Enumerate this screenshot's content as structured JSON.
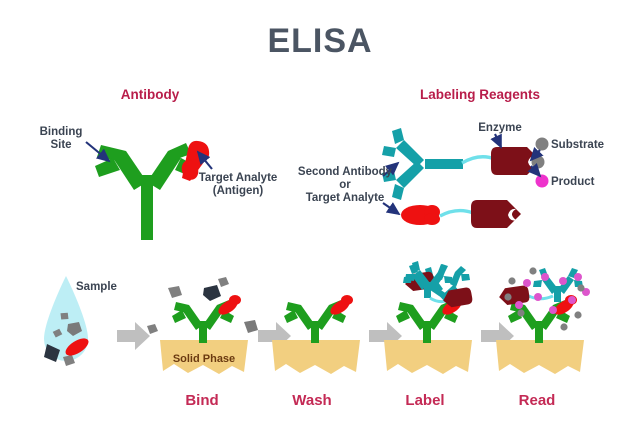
{
  "title": "ELISA",
  "sections": {
    "antibody": {
      "heading": "Antibody",
      "labels": {
        "binding_site": "Binding\nSite",
        "binding_site_line1": "Binding",
        "binding_site_line2": "Site",
        "target_analyte_line1": "Target Analyte",
        "target_analyte_line2": "(Antigen)"
      }
    },
    "labeling_reagents": {
      "heading": "Labeling Reagents",
      "labels": {
        "second_antibody_line1": "Second Antibody",
        "second_antibody_line2": "or",
        "second_antibody_line3": "Target Analyte",
        "enzyme": "Enzyme",
        "substrate": "Substrate",
        "product": "Product"
      }
    },
    "workflow": {
      "sample_label": "Sample",
      "solid_phase_label": "Solid Phase",
      "steps": [
        {
          "label": "Bind"
        },
        {
          "label": "Wash"
        },
        {
          "label": "Label"
        },
        {
          "label": "Read"
        }
      ]
    }
  },
  "colors": {
    "title_gray": "#4b5563",
    "heading_crimson": "#b81d4a",
    "step_crimson": "#c42a55",
    "callout_slate": "#3b4452",
    "arrow_navy": "#23337a",
    "antibody_green": "#1e9e1e",
    "antibody_green_dark": "#0f7a0f",
    "antigen_red": "#ee1111",
    "second_antibody_teal": "#15a0a8",
    "enzyme_maroon": "#7d1018",
    "linker_cyan": "#6fe0ea",
    "substrate_gray": "#808080",
    "product_magenta": "#ee33cc",
    "solid_phase_tan": "#f2cf80",
    "droplet_cyan": "#bdeef5",
    "block_arrow_gray": "#bfbfbf",
    "dark_particle": "#2b3440",
    "solid_phase_text": "#6b3a10"
  }
}
